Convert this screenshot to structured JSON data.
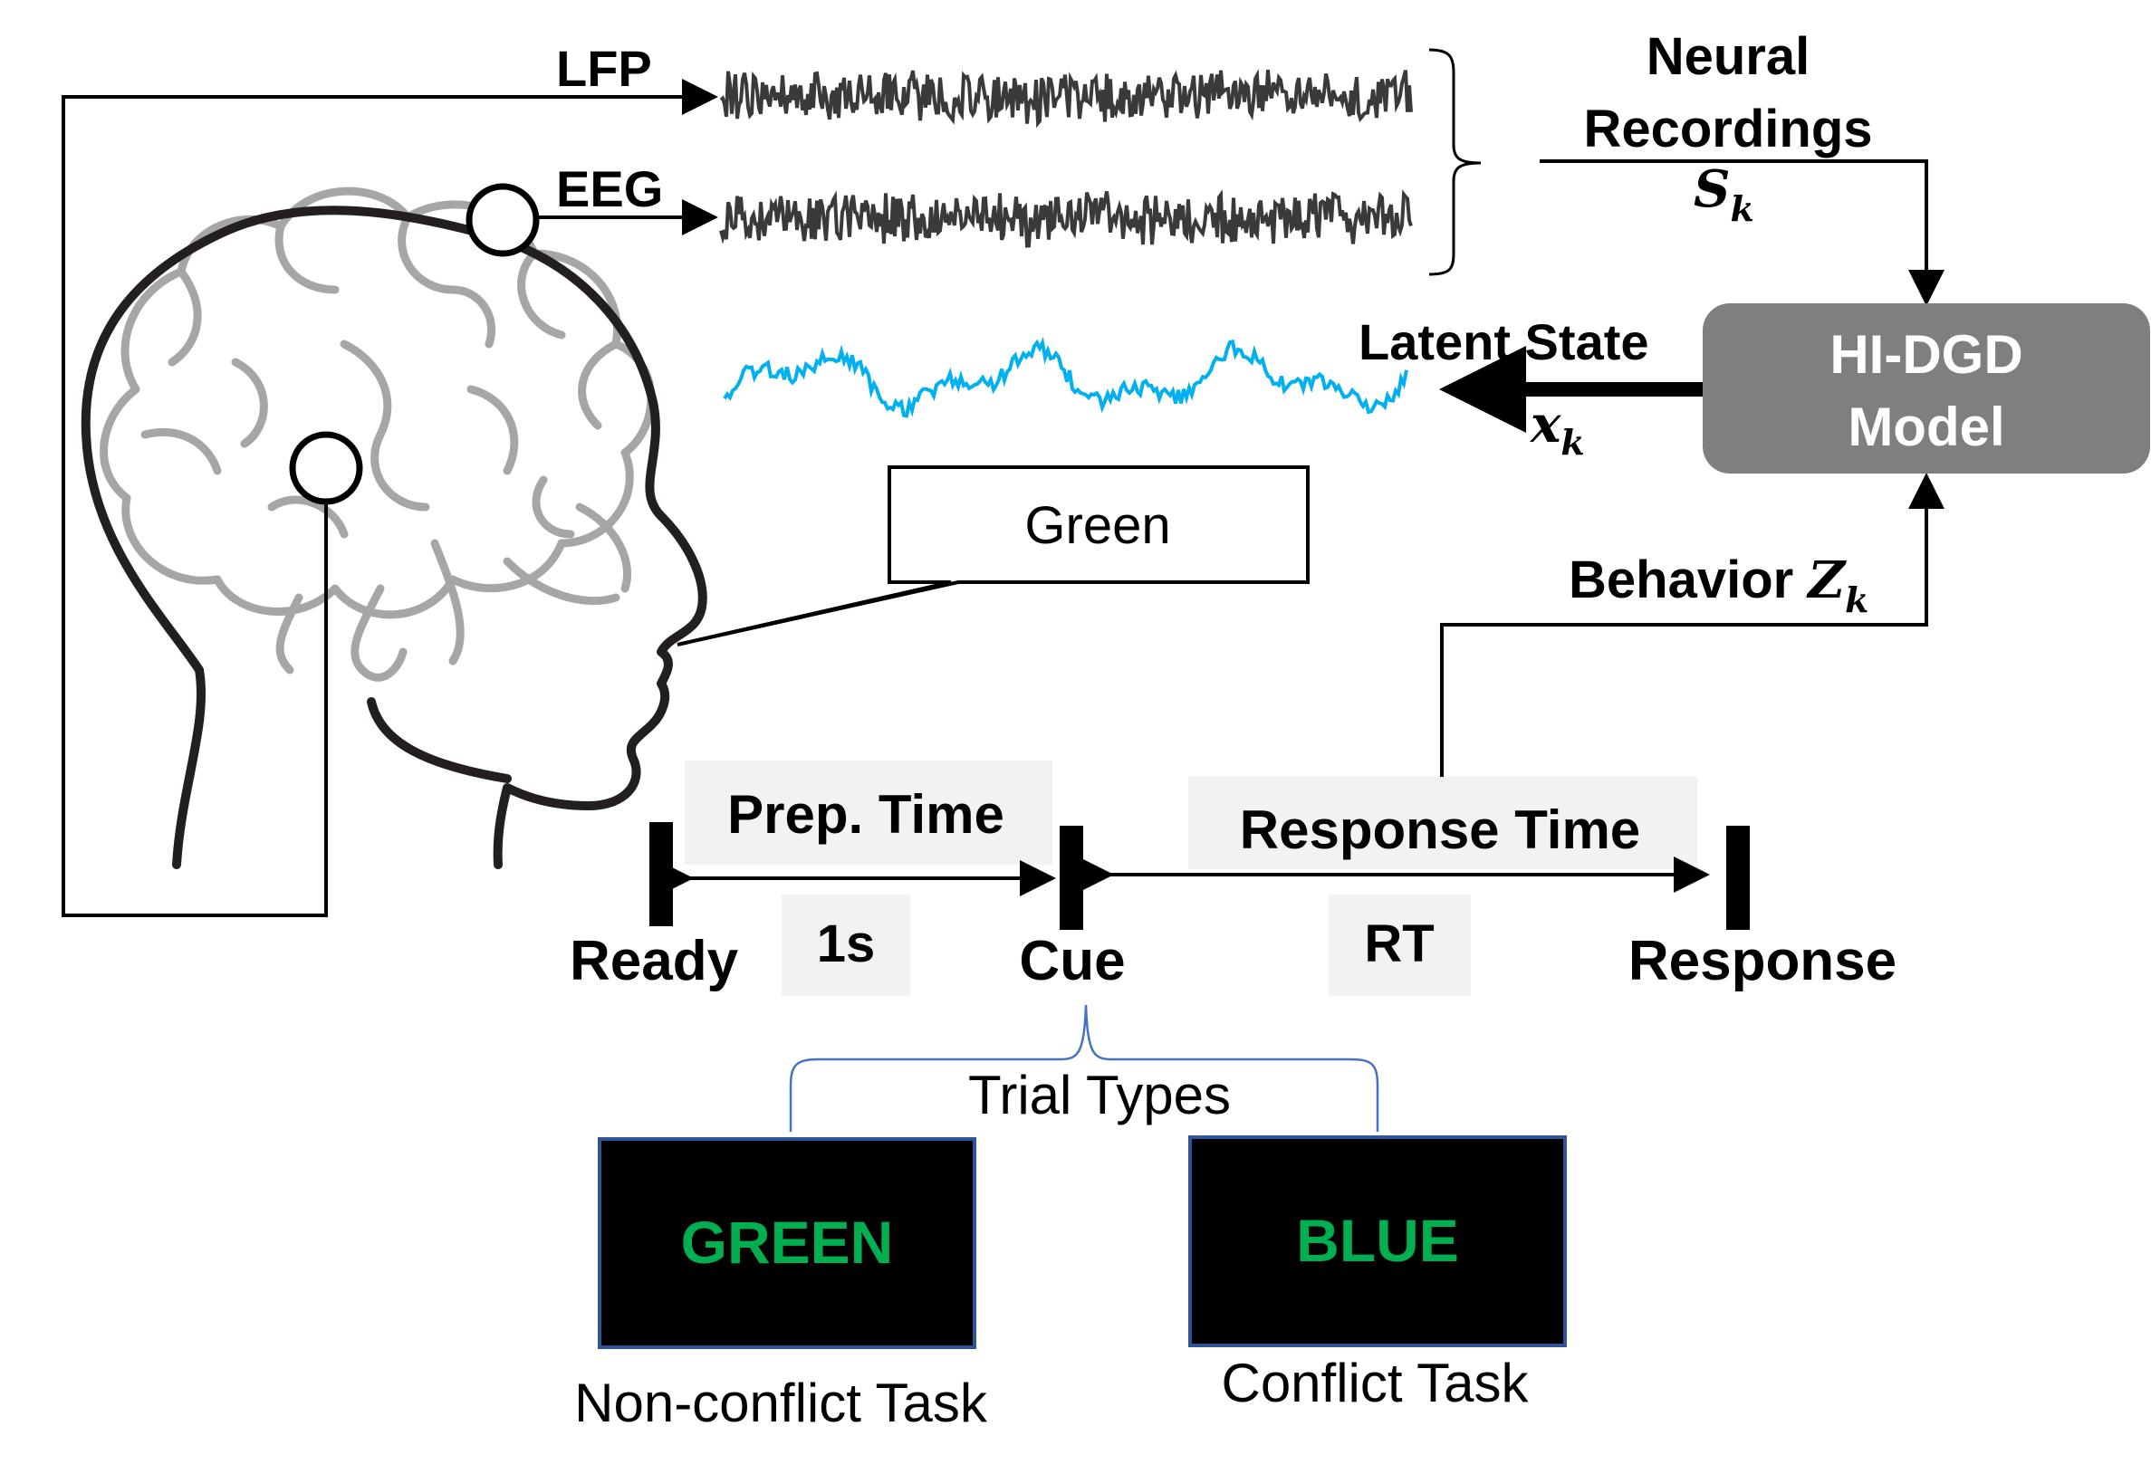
{
  "signals": {
    "lfp_label": "LFP",
    "eeg_label": "EEG",
    "neural_recordings_line1": "Neural",
    "neural_recordings_line2": "Recordings",
    "neural_symbol": "S",
    "neural_subscript": "k"
  },
  "model": {
    "name_line1": "HI-DGD",
    "name_line2": "Model",
    "box_color": "#7f7f7f"
  },
  "latent": {
    "label": "Latent State",
    "symbol": "x",
    "subscript": "k",
    "trace_color": "#00b0f0"
  },
  "behavior": {
    "label": "Behavior",
    "symbol": "Z",
    "subscript": "k"
  },
  "speech": {
    "text": "Green"
  },
  "timeline": {
    "prep_time_label": "Prep. Time",
    "prep_duration": "1s",
    "response_time_label": "Response Time",
    "response_duration": "RT",
    "ready_label": "Ready",
    "cue_label": "Cue",
    "response_label": "Response"
  },
  "trial_types": {
    "label": "Trial Types",
    "non_conflict": {
      "word": "GREEN",
      "word_color": "#00b050",
      "caption": "Non-conflict Task"
    },
    "conflict": {
      "word": "BLUE",
      "word_color": "#00b050",
      "caption": "Conflict Task"
    }
  }
}
